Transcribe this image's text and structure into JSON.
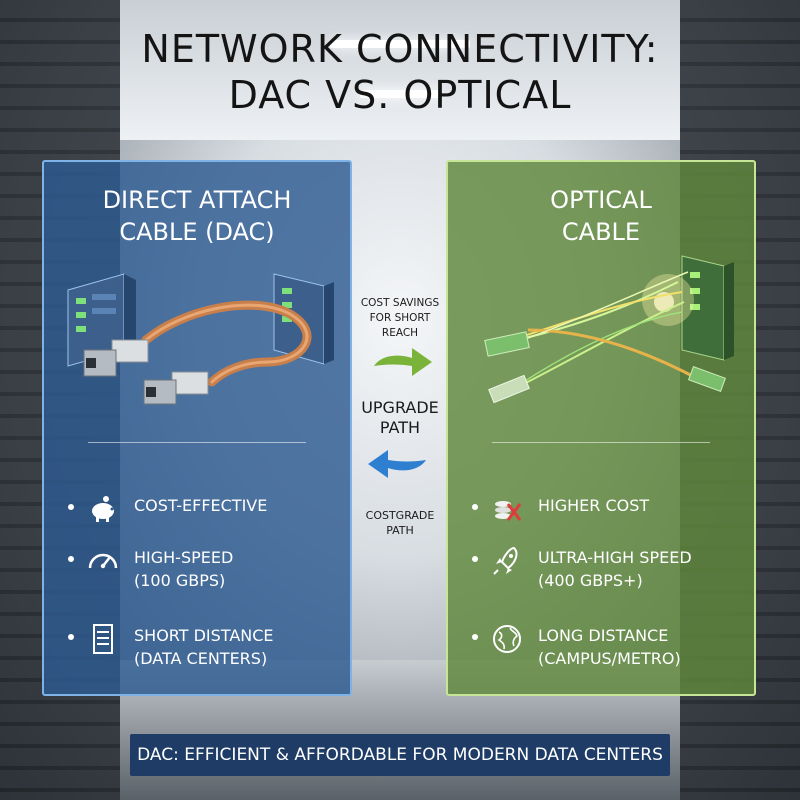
{
  "title_line1": "NETWORK CONNECTIVITY:",
  "title_line2": "DAC VS. OPTICAL",
  "dac": {
    "title_line1": "DIRECT ATTACH",
    "title_line2": "CABLE (DAC)",
    "features": [
      {
        "icon": "piggy-bank-icon",
        "line1": "COST-EFFECTIVE",
        "line2": ""
      },
      {
        "icon": "speedometer-icon",
        "line1": "HIGH-SPEED",
        "line2": "(100 GBPS)"
      },
      {
        "icon": "server-icon",
        "line1": "SHORT DISTANCE",
        "line2": "(DATA CENTERS)"
      }
    ]
  },
  "optical": {
    "title_line1": "OPTICAL",
    "title_line2": "CABLE",
    "features": [
      {
        "icon": "coins-cross-icon",
        "line1": "HIGHER COST",
        "line2": ""
      },
      {
        "icon": "rocket-icon",
        "line1": "ULTRA-HIGH SPEED",
        "line2": "(400 GBPS+)"
      },
      {
        "icon": "globe-icon",
        "line1": "LONG DISTANCE",
        "line2": "(CAMPUS/METRO)"
      }
    ]
  },
  "middle": {
    "cost_line1": "COST SAVINGS",
    "cost_line2": "FOR SHORT REACH",
    "upgrade_line1": "UPGRADE",
    "upgrade_line2": "PATH",
    "costgrade_line1": "COSTGRADE",
    "costgrade_line2": "PATH"
  },
  "banner": "DAC: EFFICIENT & AFFORDABLE FOR MODERN DATA CENTERS",
  "colors": {
    "dac_panel": "#2d5a91",
    "optical_panel": "#5f873c",
    "banner": "#1f3c66",
    "arrow_green": "#7ab33a",
    "arrow_blue": "#2f7fd0"
  }
}
